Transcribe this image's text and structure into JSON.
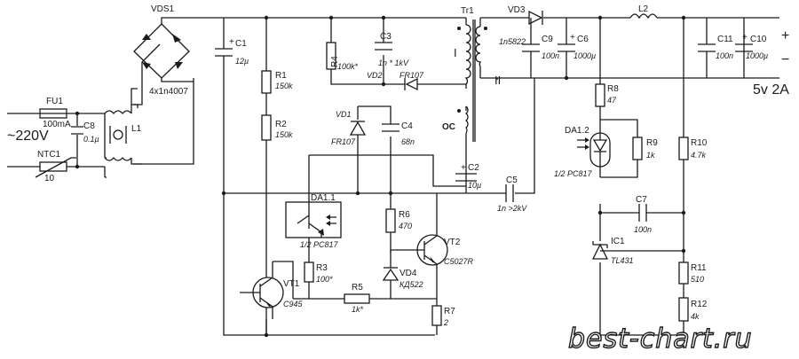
{
  "mains_label": "~220V",
  "output_label": "5v 2A",
  "output_polarity": {
    "plus": "+",
    "minus": "−"
  },
  "watermark": "best-chart.ru",
  "transformer": {
    "ref": "Tr1",
    "winding_primary": "I",
    "winding_secondary": "II",
    "winding_feedback": "OC"
  },
  "components": {
    "fu1": {
      "ref": "FU1",
      "value": "100mA"
    },
    "ntc1": {
      "ref": "NTC1",
      "value": "10"
    },
    "c8": {
      "ref": "C8",
      "value": "0.1µ"
    },
    "l1": {
      "ref": "L1"
    },
    "vds1": {
      "ref": "VDS1",
      "value": "4x1n4007"
    },
    "c1": {
      "ref": "C1",
      "value": "12µ"
    },
    "r1": {
      "ref": "R1",
      "value": "150k"
    },
    "r2": {
      "ref": "R2",
      "value": "150k"
    },
    "r4": {
      "ref": "R4",
      "value": "100k*"
    },
    "c3": {
      "ref": "C3",
      "value": "1n * 1kV"
    },
    "vd2": {
      "ref": "VD2",
      "value": "FR107"
    },
    "vd1": {
      "ref": "VD1",
      "value": "FR107"
    },
    "c4": {
      "ref": "C4",
      "value": "68n"
    },
    "c2": {
      "ref": "C2",
      "value": "10µ"
    },
    "da11": {
      "ref": "DA1.1",
      "value": "1/2 PC817"
    },
    "r6": {
      "ref": "R6",
      "value": "470"
    },
    "vt2": {
      "ref": "VT2",
      "value": "C5027R"
    },
    "vd4": {
      "ref": "VD4",
      "value": "КД522"
    },
    "r3": {
      "ref": "R3",
      "value": "100*"
    },
    "vt1": {
      "ref": "VT1",
      "value": "C945"
    },
    "r5": {
      "ref": "R5",
      "value": "1k*"
    },
    "r7": {
      "ref": "R7",
      "value": "2"
    },
    "c5": {
      "ref": "C5",
      "value": "1n >2kV"
    },
    "vd3": {
      "ref": "VD3",
      "value": "1n5822"
    },
    "c9": {
      "ref": "C9",
      "value": "100n"
    },
    "c6": {
      "ref": "C6",
      "value": "1000µ"
    },
    "l2": {
      "ref": "L2"
    },
    "c11": {
      "ref": "C11",
      "value": "100n"
    },
    "c10": {
      "ref": "C10",
      "value": "1000µ"
    },
    "r8": {
      "ref": "R8",
      "value": "47"
    },
    "da12": {
      "ref": "DA1.2",
      "value": "1/2 PC817"
    },
    "r9": {
      "ref": "R9",
      "value": "1k"
    },
    "r10": {
      "ref": "R10",
      "value": "4.7k"
    },
    "c7": {
      "ref": "C7",
      "value": "100n"
    },
    "ic1": {
      "ref": "IC1",
      "value": "TL431"
    },
    "r11": {
      "ref": "R11",
      "value": "510"
    },
    "r12": {
      "ref": "R12",
      "value": "4k"
    }
  }
}
